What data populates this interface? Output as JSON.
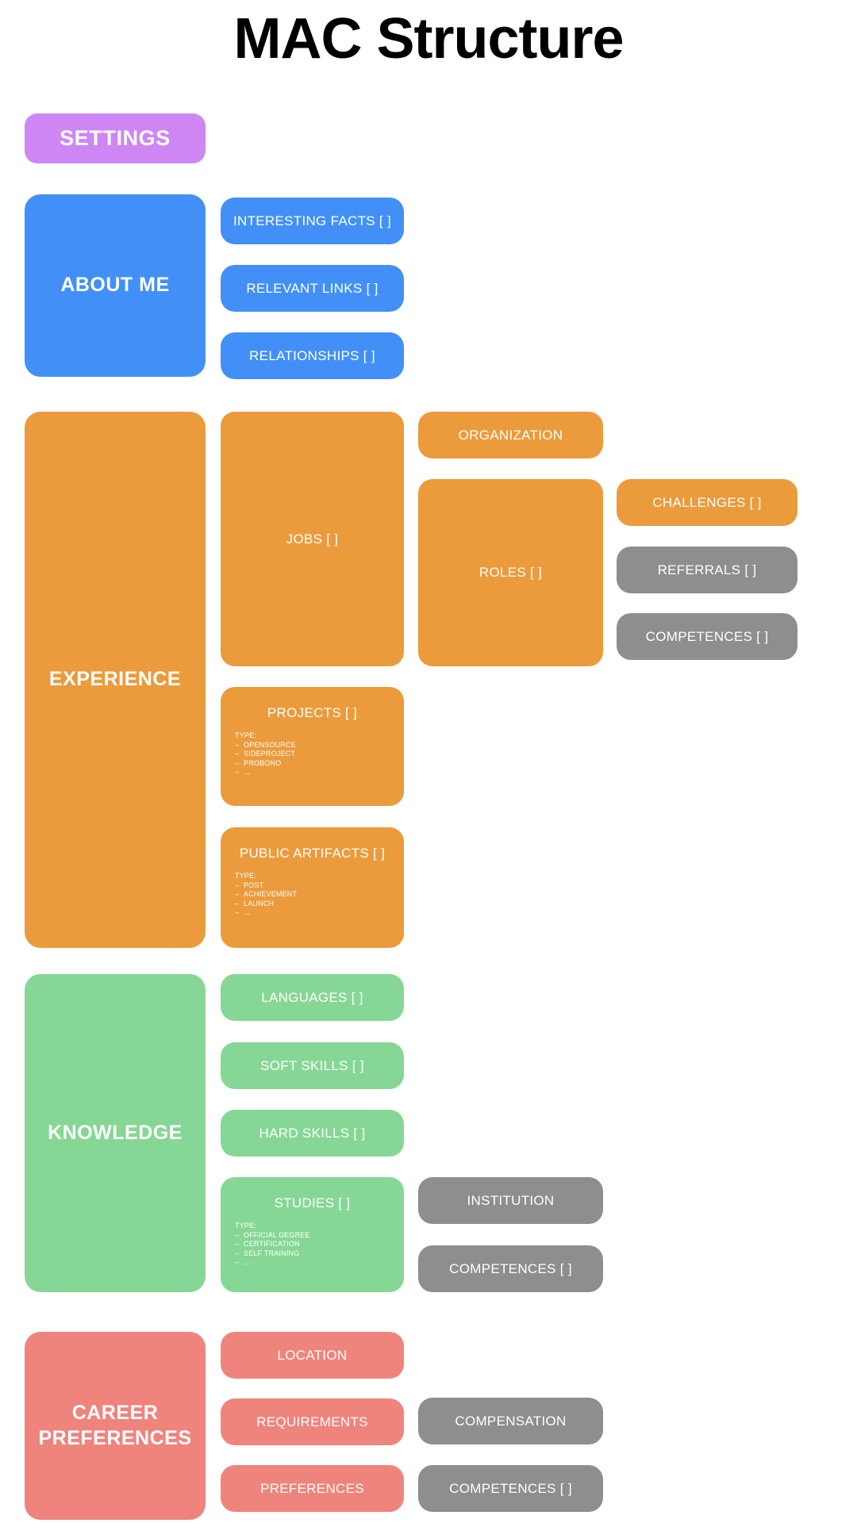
{
  "page": {
    "title": "MAC Structure",
    "background": "#ffffff"
  },
  "colors": {
    "purple": "#cd86f4",
    "blue": "#4290f7",
    "orange": "#eb9b3c",
    "green": "#86d795",
    "red": "#ef847d",
    "gray": "#8e8e8e",
    "text_on_card": "#ffffff",
    "title_text": "#000000"
  },
  "sections": {
    "settings": {
      "label": "SETTINGS",
      "color": "#cd86f4"
    },
    "about_me": {
      "label": "ABOUT ME",
      "color": "#4290f7",
      "children": [
        {
          "label": "INTERESTING FACTS [ ]",
          "color": "#4290f7"
        },
        {
          "label": "RELEVANT LINKS [ ]",
          "color": "#4290f7"
        },
        {
          "label": "RELATIONSHIPS [ ]",
          "color": "#4290f7"
        }
      ]
    },
    "experience": {
      "label": "EXPERIENCE",
      "color": "#eb9b3c",
      "jobs": {
        "label": "JOBS [ ]",
        "color": "#eb9b3c"
      },
      "organization": {
        "label": "ORGANIZATION",
        "color": "#eb9b3c"
      },
      "roles": {
        "label": "ROLES [ ]",
        "color": "#eb9b3c"
      },
      "challenges": {
        "label": "CHALLENGES [ ]",
        "color": "#eb9b3c"
      },
      "referrals": {
        "label": "REFERRALS [ ]",
        "color": "#8e8e8e"
      },
      "competences": {
        "label": "COMPETENCES [ ]",
        "color": "#8e8e8e"
      },
      "projects": {
        "label": "PROJECTS [ ]",
        "color": "#eb9b3c",
        "type_header": "TYPE:",
        "types": [
          "OPENSOURCE",
          "SIDEPROJECT",
          "PROBONO",
          "..."
        ]
      },
      "public_artifacts": {
        "label": "PUBLIC ARTIFACTS [ ]",
        "color": "#eb9b3c",
        "type_header": "TYPE:",
        "types": [
          "POST",
          "ACHIEVEMENT",
          "LAUNCH",
          "..."
        ]
      }
    },
    "knowledge": {
      "label": "KNOWLEDGE",
      "color": "#86d795",
      "languages": {
        "label": "LANGUAGES [ ]",
        "color": "#86d795"
      },
      "soft_skills": {
        "label": "SOFT SKILLS [ ]",
        "color": "#86d795"
      },
      "hard_skills": {
        "label": "HARD SKILLS [ ]",
        "color": "#86d795"
      },
      "studies": {
        "label": "STUDIES [ ]",
        "color": "#86d795",
        "type_header": "TYPE:",
        "types": [
          "OFFICIAL DEGREE",
          "CERTIFICATION",
          "SELF TRAINING",
          "..."
        ]
      },
      "institution": {
        "label": "INSTITUTION",
        "color": "#8e8e8e"
      },
      "competences": {
        "label": "COMPETENCES [ ]",
        "color": "#8e8e8e"
      }
    },
    "career_preferences": {
      "label_line1": "CAREER",
      "label_line2": "PREFERENCES",
      "color": "#ef847d",
      "location": {
        "label": "LOCATION",
        "color": "#ef847d"
      },
      "requirements": {
        "label": "REQUIREMENTS",
        "color": "#ef847d"
      },
      "preferences": {
        "label": "PREFERENCES",
        "color": "#ef847d"
      },
      "compensation": {
        "label": "COMPENSATION",
        "color": "#8e8e8e"
      },
      "competences": {
        "label": "COMPETENCES [ ]",
        "color": "#8e8e8e"
      }
    }
  }
}
